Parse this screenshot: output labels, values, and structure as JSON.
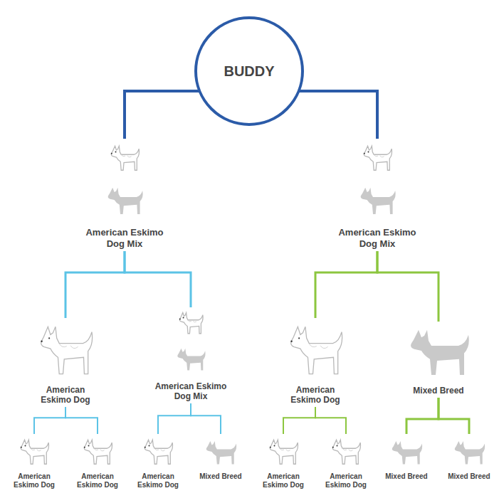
{
  "diagram": {
    "nodes": [
      {
        "text": [
          "BUDDY"
        ]
      },
      {
        "text": [
          "American Eskimo Dog Mix"
        ]
      },
      {
        "text": [
          "American Eskimo Dog Mix"
        ]
      },
      {
        "text": [
          "American Eskimo Dog"
        ]
      },
      {
        "text": [
          "American Eskimo Dog Mix"
        ]
      },
      {
        "text": [
          "American Eskimo Dog"
        ]
      },
      {
        "text": [
          "Mixed Breed"
        ]
      },
      {
        "text": [
          "American Eskimo Dog"
        ]
      },
      {
        "text": [
          "American Eskimo Dog"
        ]
      },
      {
        "text": [
          "American Eskimo Dog"
        ]
      },
      {
        "text": [
          "Mixed Breed"
        ]
      },
      {
        "text": [
          "American Eskimo Dog"
        ]
      },
      {
        "text": [
          "American Eskimo Dog"
        ]
      },
      {
        "text": [
          "Mixed Breed"
        ]
      },
      {
        "text": [
          "Mixed Breed"
        ]
      }
    ],
    "edges": [
      {
        "from": 0,
        "to": 1,
        "arrow": "none"
      },
      {
        "from": 0,
        "to": 2,
        "arrow": "none"
      },
      {
        "from": 1,
        "to": 3,
        "arrow": "none"
      },
      {
        "from": 1,
        "to": 4,
        "arrow": "none"
      },
      {
        "from": 2,
        "to": 5,
        "arrow": "none"
      },
      {
        "from": 2,
        "to": 6,
        "arrow": "none"
      },
      {
        "from": 3,
        "to": 7,
        "arrow": "none"
      },
      {
        "from": 3,
        "to": 8,
        "arrow": "none"
      },
      {
        "from": 4,
        "to": 9,
        "arrow": "none"
      },
      {
        "from": 4,
        "to": 10,
        "arrow": "none"
      },
      {
        "from": 5,
        "to": 11,
        "arrow": "none"
      },
      {
        "from": 5,
        "to": 12,
        "arrow": "none"
      },
      {
        "from": 6,
        "to": 13,
        "arrow": "none"
      },
      {
        "from": 6,
        "to": 14,
        "arrow": "none"
      }
    ]
  }
}
